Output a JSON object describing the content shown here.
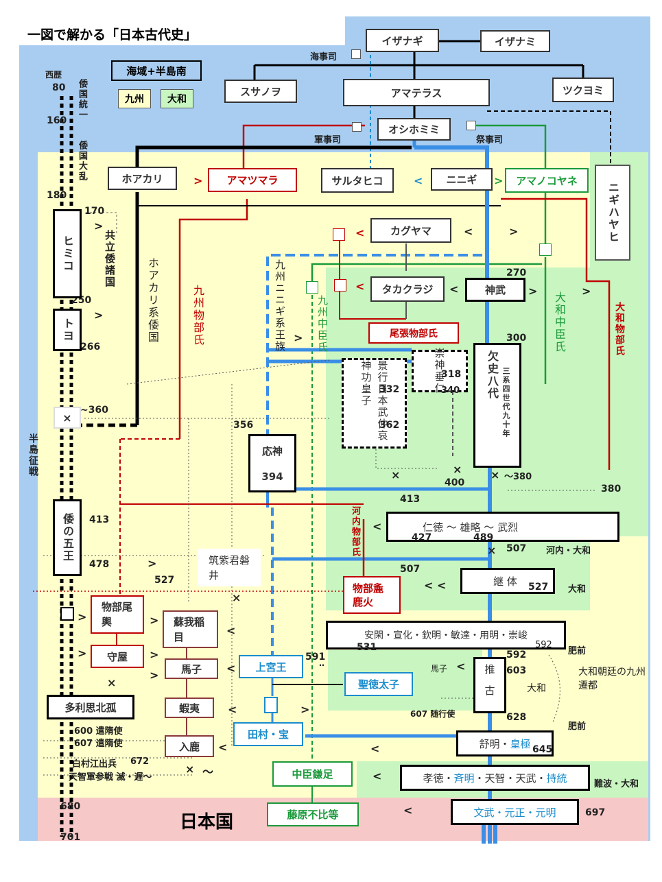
{
  "title": "一図で解かる「日本古代史」",
  "legend": {
    "sea": "海域+半島南",
    "kyushu": "九州",
    "yamato": "大和"
  },
  "timeline": {
    "header": "西歴",
    "years": [
      "80",
      "160",
      "180",
      "250",
      "266",
      "~360",
      "413",
      "478",
      "527",
      "600",
      "607",
      "672",
      "680",
      "701"
    ],
    "vertical": {
      "toitsu": "倭国統一",
      "tairan": "倭国大乱",
      "hanto": "半島征戦"
    },
    "himiko": "ヒミコ",
    "toyo": "トヨ",
    "goou": "倭の五王",
    "tarishi": "多利思北孤",
    "kyoritsu": "共立倭諸国",
    "kentoshi1": "600 遣隋使",
    "kentoshi2": "607 遣隋使",
    "hakusuki": "白村江出兵",
    "tenchi": "天智軍参戦 滅・遅〜",
    "cross": "×"
  },
  "gods": {
    "izanagi": "イザナギ",
    "izanami": "イザナミ",
    "susanoo": "スサノヲ",
    "amaterasu": "アマテラス",
    "tsukuyomi": "ツクヨミ",
    "oshihomimi": "オシホミミ",
    "kaiji": "海事司",
    "gunji": "軍事司",
    "saiji": "祭事司",
    "hoakari": "ホアカリ",
    "amatsumara": "アマツマラ",
    "sarutahiko": "サルタヒコ",
    "ninigi": "ニニギ",
    "amanokoyane": "アマノコヤネ",
    "nigihayahi": "ニギハヤヒ",
    "kagayama": "カグヤマ",
    "takakuraji": "タカクラジ",
    "jinmu": "神武",
    "owari": "尾張物部氏",
    "sujin": "崇神垂仁",
    "ketsushi": "欠史八代",
    "ketsushi_sub": "三系四世代九十年",
    "keiko": "景行日本武仲哀神功皇子",
    "ojin": "応神"
  },
  "clans": {
    "hoakari_kei": "ホアカリ系倭国",
    "kyushu_mononobe": "九州物部氏",
    "kyushu_ninigi": "九州ニニギ系王族",
    "kyushu_nakatomi": "九州中臣氏",
    "yamato_nakatomi": "大和中臣氏",
    "yamato_mononobe": "大和物部氏",
    "kawachi_mononobe": "河内物部氏"
  },
  "nums": {
    "n170": "170",
    "n270": "270",
    "n300": "300",
    "n318": "318",
    "n340": "340",
    "n332": "332",
    "n362": "362",
    "n356": "356",
    "n394": "394",
    "n400": "400",
    "n380a": "〜380",
    "n380b": "380",
    "n413": "413",
    "n427": "427",
    "n489": "489",
    "n507a": "507",
    "n507b": "507",
    "n527": "527",
    "n531": "531",
    "n591": "591",
    "n592a": "592",
    "n592b": "592",
    "n603": "603",
    "n628": "628",
    "n645": "645",
    "n697": "697",
    "n607": "607 随行使"
  },
  "kings": {
    "nintoku": "仁徳 〜 雄略 〜 武烈",
    "keitai": "継 体",
    "ankan": "安閑・宣化・欽明・敏達・用明・崇峻",
    "suiko": "推古",
    "jomei_a": "舒明・",
    "jomei_b": "皇極",
    "kotoku_a": "孝徳・",
    "kotoku_b": "斉明",
    "kotoku_c": "・天智・天武・",
    "kotoku_d": "持統",
    "monmu": "文武・元正・元明"
  },
  "people": {
    "iwai": "筑紫君磐井",
    "arakabi": "物部麁鹿火",
    "okoshi": "物部尾輿",
    "moriya": "守屋",
    "iname": "蘇我稲目",
    "umako": "馬子",
    "emishi": "蝦夷",
    "iruka": "入鹿",
    "kamitsumiya": "上宮王",
    "shotoku": "聖徳太子",
    "tamura": "田村・宝",
    "kamatari": "中臣鎌足",
    "fuhito": "藤原不比等",
    "umako2": "馬子"
  },
  "places": {
    "kawachi_yamato": "河内・大和",
    "yamato1": "大和",
    "yamato2": "大和",
    "hizen1": "肥前",
    "hizen2": "肥前",
    "naniwa": "難波・大和",
    "sento": "大和朝廷の九州遷都"
  },
  "nihon": "日本国",
  "arrows": {
    "gt": ">",
    "lt": "<",
    "dlt": "< <",
    "tilde": "〜"
  },
  "colors": {
    "sea": "#a9cdf0",
    "kyushu": "#ffffcc",
    "yamato": "#c8f5c0",
    "japan": "#f7c8c8",
    "red": "#c00000",
    "green": "#1a9a3a",
    "blue": "#3a8ee6"
  }
}
